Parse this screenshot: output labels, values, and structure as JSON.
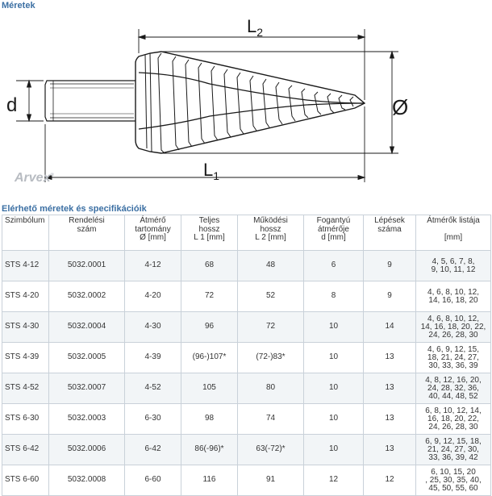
{
  "headings": {
    "dimensions": "Méretek",
    "specs": "Elérhető méretek és specifikációik"
  },
  "drawing": {
    "label_l2": "L2",
    "label_l1": "L1",
    "label_d": "d",
    "label_diameter": "Ø",
    "logo": "Arvex",
    "logo_mark": "®"
  },
  "table": {
    "headers": [
      [
        "Szimbólum"
      ],
      [
        "Rendelési",
        "szám"
      ],
      [
        "Átmérő",
        "tartomány",
        "Ø [mm]"
      ],
      [
        "Teljes",
        "hossz",
        "L 1 [mm]"
      ],
      [
        "Működési",
        "hossz",
        "L 2 [mm]"
      ],
      [
        "Fogantyú",
        "átmérője",
        "d [mm]"
      ],
      [
        "Lépések",
        "száma"
      ],
      [
        "Átmérők listája",
        "",
        "[mm]"
      ]
    ],
    "rows": [
      [
        "STS 4-12",
        "5032.0001",
        "4-12",
        "68",
        "48",
        "6",
        "9",
        [
          "4, 5, 6, 7, 8,",
          "9, 10, 11, 12"
        ]
      ],
      [
        "STS 4-20",
        "5032.0002",
        "4-20",
        "72",
        "52",
        "8",
        "9",
        [
          "4, 6, 8, 10, 12,",
          "14, 16, 18, 20"
        ]
      ],
      [
        "STS 4-30",
        "5032.0004",
        "4-30",
        "96",
        "72",
        "10",
        "14",
        [
          "4, 6, 8, 10, 12,",
          "14, 16, 18, 20, 22,",
          "24, 26, 28, 30"
        ]
      ],
      [
        "STS 4-39",
        "5032.0005",
        "4-39",
        "(96-)107*",
        "(72-)83*",
        "10",
        "13",
        [
          "4, 6, 9, 12, 15,",
          "18, 21, 24, 27,",
          "30, 33, 36, 39"
        ]
      ],
      [
        "STS 4-52",
        "5032.0007",
        "4-52",
        "105",
        "80",
        "10",
        "13",
        [
          "4, 8, 12, 16, 20,",
          "24, 28, 32, 36,",
          "40, 44, 48, 52"
        ]
      ],
      [
        "STS 6-30",
        "5032.0003",
        "6-30",
        "98",
        "74",
        "10",
        "13",
        [
          "6, 8, 10, 12, 14,",
          "16, 18, 20, 22,",
          "24, 26, 28, 30"
        ]
      ],
      [
        "STS 6-42",
        "5032.0006",
        "6-42",
        "86(-96)*",
        "63(-72)*",
        "10",
        "13",
        [
          "6, 9, 12, 15, 18,",
          "21, 24, 27, 30,",
          "33, 36, 39, 42"
        ]
      ],
      [
        "STS 6-60",
        "5032.0008",
        "6-60",
        "116",
        "91",
        "12",
        "12",
        [
          "6, 10, 15, 20",
          ", 25, 30, 35, 40,",
          "45, 50, 55, 60"
        ]
      ]
    ]
  }
}
